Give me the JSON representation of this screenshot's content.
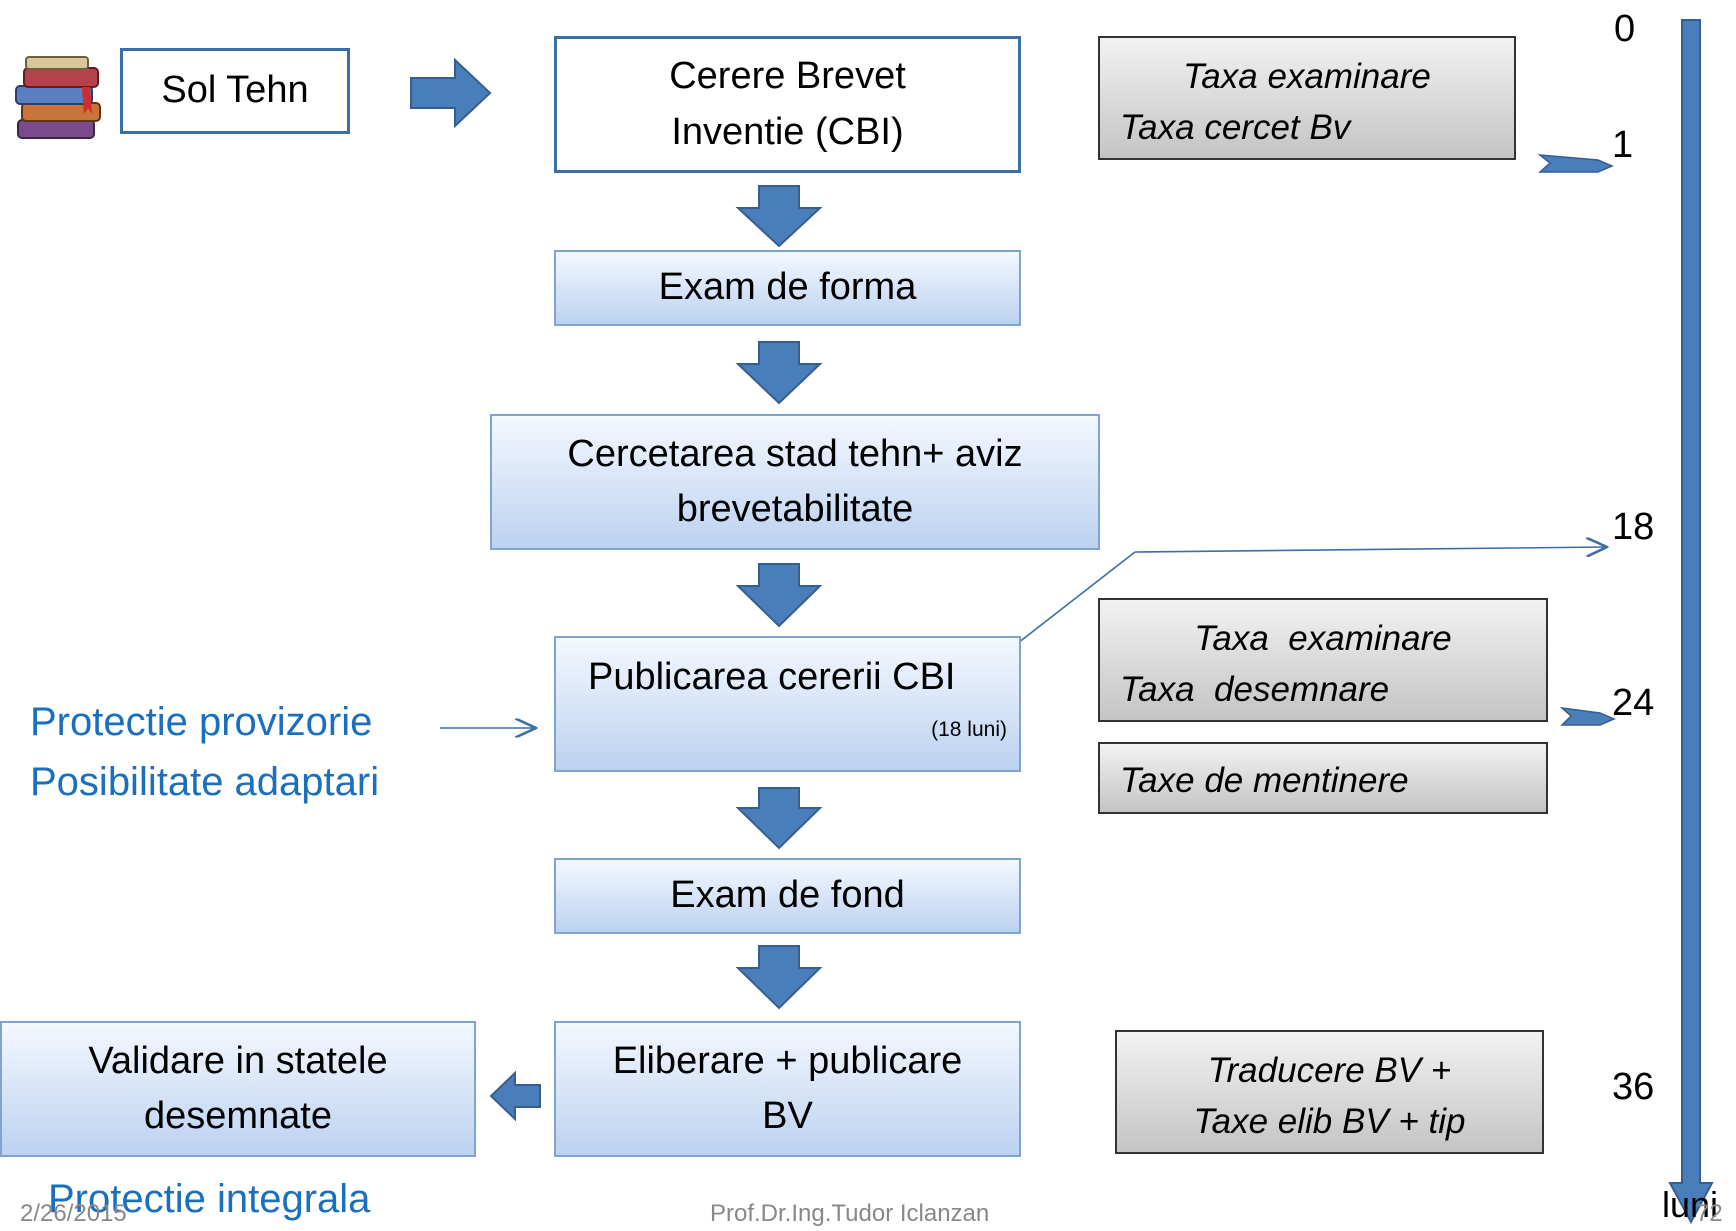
{
  "source_box": {
    "label": "Sol Tehn",
    "icon": "books-icon"
  },
  "steps": [
    {
      "line1": "Cerere Brevet",
      "line2": "Inventie (CBI)"
    },
    {
      "line1": "Exam de forma"
    },
    {
      "line1": "Cercetarea stad tehn+ aviz",
      "line2": "brevetabilitate"
    },
    {
      "line1": "Publicarea cererii CBI",
      "note": "(18 luni)"
    },
    {
      "line1": "Exam de fond"
    },
    {
      "line1": "Eliberare + publicare",
      "line2": "BV"
    }
  ],
  "validation_box": {
    "line1": "Validare in statele",
    "line2": "desemnate"
  },
  "fees": [
    {
      "line1": "Taxa examinare",
      "line2": "Taxa cercet Bv"
    },
    {
      "line1": "Taxa  examinare",
      "line2": "Taxa  desemnare"
    },
    {
      "line1": "Taxe de mentinere"
    },
    {
      "line1": "Traducere BV +",
      "line2": "Taxe elib BV + tip"
    }
  ],
  "protection": {
    "provisional_1": "Protectie provizorie",
    "provisional_2": "Posibilitate adaptari",
    "full": "Protectie integrala"
  },
  "timeline": {
    "ticks": [
      "0",
      "1",
      "18",
      "24",
      "36"
    ],
    "unit": "luni"
  },
  "footer": {
    "date": "2/26/2015",
    "author": "Prof.Dr.Ing.Tudor Iclanzan",
    "page": "72"
  },
  "colors": {
    "arrow_fill": "#4a7ebb",
    "arrow_stroke": "#355f8f",
    "protection_text": "#1a6fbf"
  }
}
